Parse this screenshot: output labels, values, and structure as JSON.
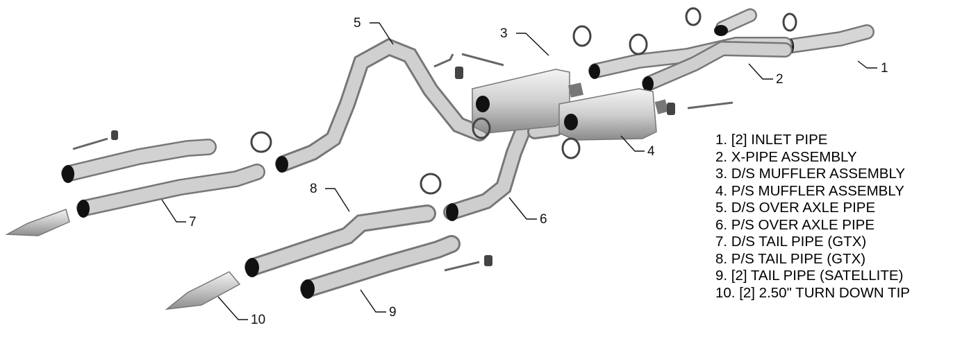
{
  "callouts": [
    "1",
    "2",
    "3",
    "4",
    "5",
    "6",
    "7",
    "8",
    "9",
    "10"
  ],
  "legend": [
    "1. [2] INLET PIPE",
    "2. X-PIPE ASSEMBLY",
    "3. D/S MUFFLER ASSEMBLY",
    "4. P/S MUFFLER ASSEMBLY",
    "5. D/S OVER AXLE PIPE",
    "6. P/S OVER AXLE PIPE",
    "7. D/S TAIL PIPE (GTX)",
    "8. P/S TAIL PIPE (GTX)",
    "9. [2] TAIL PIPE (SATELLITE)",
    "10. [2] 2.50\" TURN DOWN TIP"
  ]
}
